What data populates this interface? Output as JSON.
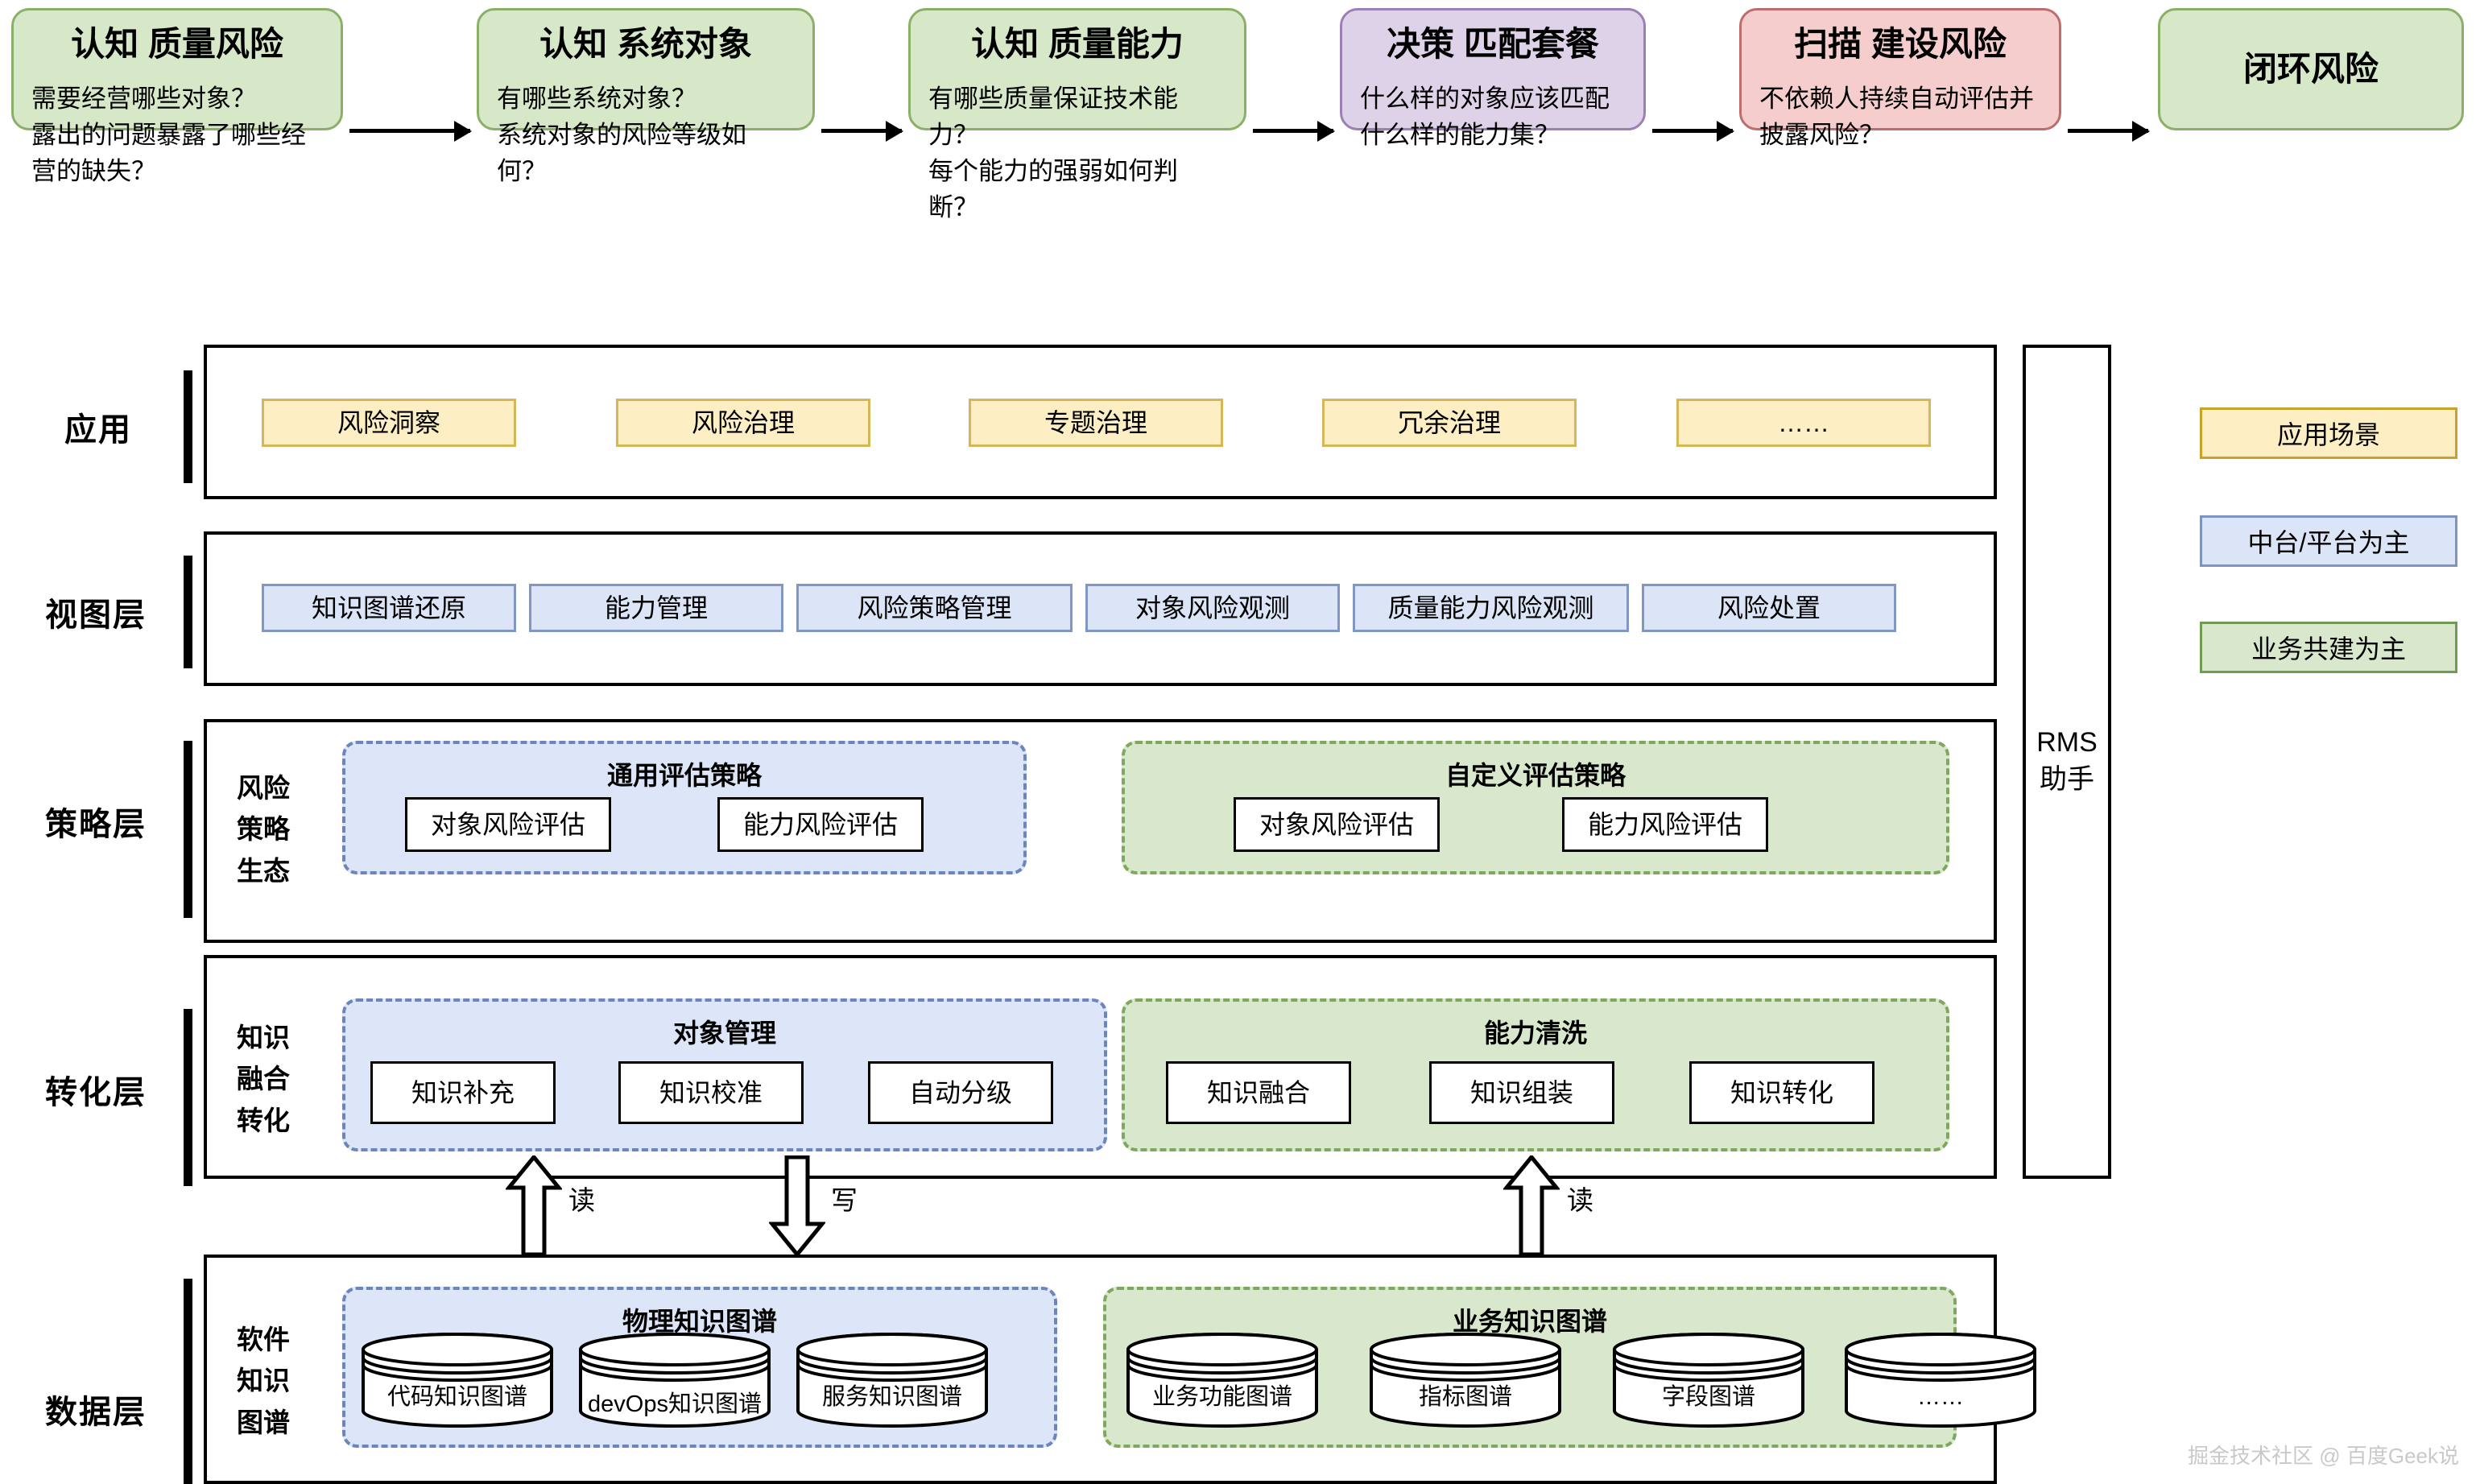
{
  "flow": {
    "arrow_name": "flow-arrow",
    "steps": [
      {
        "title": "认知 质量风险",
        "body": "需要经营哪些对象？\n露出的问题暴露了哪些经营的缺失？",
        "color": "green"
      },
      {
        "title": "认知 系统对象",
        "body": "有哪些系统对象？\n系统对象的风险等级如何？",
        "color": "green"
      },
      {
        "title": "认知 质量能力",
        "body": "有哪些质量保证技术能力？\n每个能力的强弱如何判断？",
        "color": "green"
      },
      {
        "title": "决策 匹配套餐",
        "body": "什么样的对象应该匹配什么样的能力集？",
        "color": "purple"
      },
      {
        "title": "扫描 建设风险",
        "body": "不依赖人持续自动评估并披露风险？",
        "color": "red"
      },
      {
        "title": "闭环风险",
        "body": "",
        "color": "green"
      }
    ]
  },
  "layers": {
    "application": {
      "label": "应用",
      "chips": [
        "风险洞察",
        "风险治理",
        "专题治理",
        "冗余治理",
        "……"
      ]
    },
    "view": {
      "label": "视图层",
      "chips": [
        "知识图谱还原",
        "能力管理",
        "风险策略管理",
        "对象风险观测",
        "质量能力风险观测",
        "风险处置"
      ]
    },
    "strategy": {
      "label": "策略层",
      "side_label": "风险\n策略\n生态",
      "groups": [
        {
          "title": "通用评估策略",
          "color": "blue",
          "items": [
            "对象风险评估",
            "能力风险评估"
          ]
        },
        {
          "title": "自定义评估策略",
          "color": "green",
          "items": [
            "对象风险评估",
            "能力风险评估"
          ]
        }
      ]
    },
    "transform": {
      "label": "转化层",
      "side_label": "知识\n融合\n转化",
      "groups": [
        {
          "title": "对象管理",
          "color": "blue",
          "items": [
            "知识补充",
            "知识校准",
            "自动分级"
          ]
        },
        {
          "title": "能力清洗",
          "color": "green",
          "items": [
            "知识融合",
            "知识组装",
            "知识转化"
          ]
        }
      ]
    },
    "data": {
      "label": "数据层",
      "side_label": "软件\n知识\n图谱",
      "groups": [
        {
          "title": "物理知识图谱",
          "color": "blue",
          "items": [
            "代码知识图谱",
            "devOps知识图谱",
            "服务知识图谱"
          ]
        },
        {
          "title": "业务知识图谱",
          "color": "green",
          "items": [
            "业务功能图谱",
            "指标图谱",
            "字段图谱",
            "……"
          ]
        }
      ]
    }
  },
  "connectors": [
    {
      "label": "读",
      "direction": "up"
    },
    {
      "label": "写",
      "direction": "down"
    },
    {
      "label": "读",
      "direction": "up"
    }
  ],
  "rms": {
    "text": "RMS\n助手"
  },
  "legend": [
    {
      "label": "应用场景",
      "color": "#fdeec4"
    },
    {
      "label": "中台/平台为主",
      "color": "#dbe5f7"
    },
    {
      "label": "业务共建为主",
      "color": "#d9e8cd"
    }
  ],
  "watermark": "掘金技术社区 @ 百度Geek说"
}
